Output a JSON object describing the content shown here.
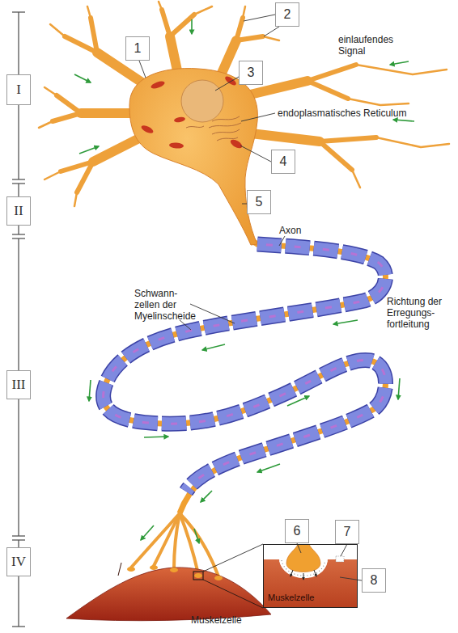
{
  "diagram": {
    "nodes": [
      {
        "text": [
          "I"
        ]
      },
      {
        "text": [
          "1"
        ]
      },
      {
        "text": [
          "2"
        ]
      },
      {
        "text": [
          "3"
        ]
      },
      {
        "text": [
          "4"
        ]
      },
      {
        "text": [
          "5"
        ]
      },
      {
        "text": [
          "II"
        ]
      },
      {
        "text": [
          "III"
        ]
      },
      {
        "text": [
          "IV"
        ]
      },
      {
        "text": [
          "6"
        ]
      },
      {
        "text": [
          "7"
        ]
      },
      {
        "text": [
          "Muskelzelle"
        ]
      },
      {
        "text": [
          "8"
        ]
      }
    ],
    "labels": [
      "einlaufendes Signal",
      "endoplasmatisches Reticulum",
      "Axon",
      "Schwann- zellen der Myelinscheide",
      "Richtung der Erregungs- fortleitung",
      "Muskelzelle"
    ]
  }
}
